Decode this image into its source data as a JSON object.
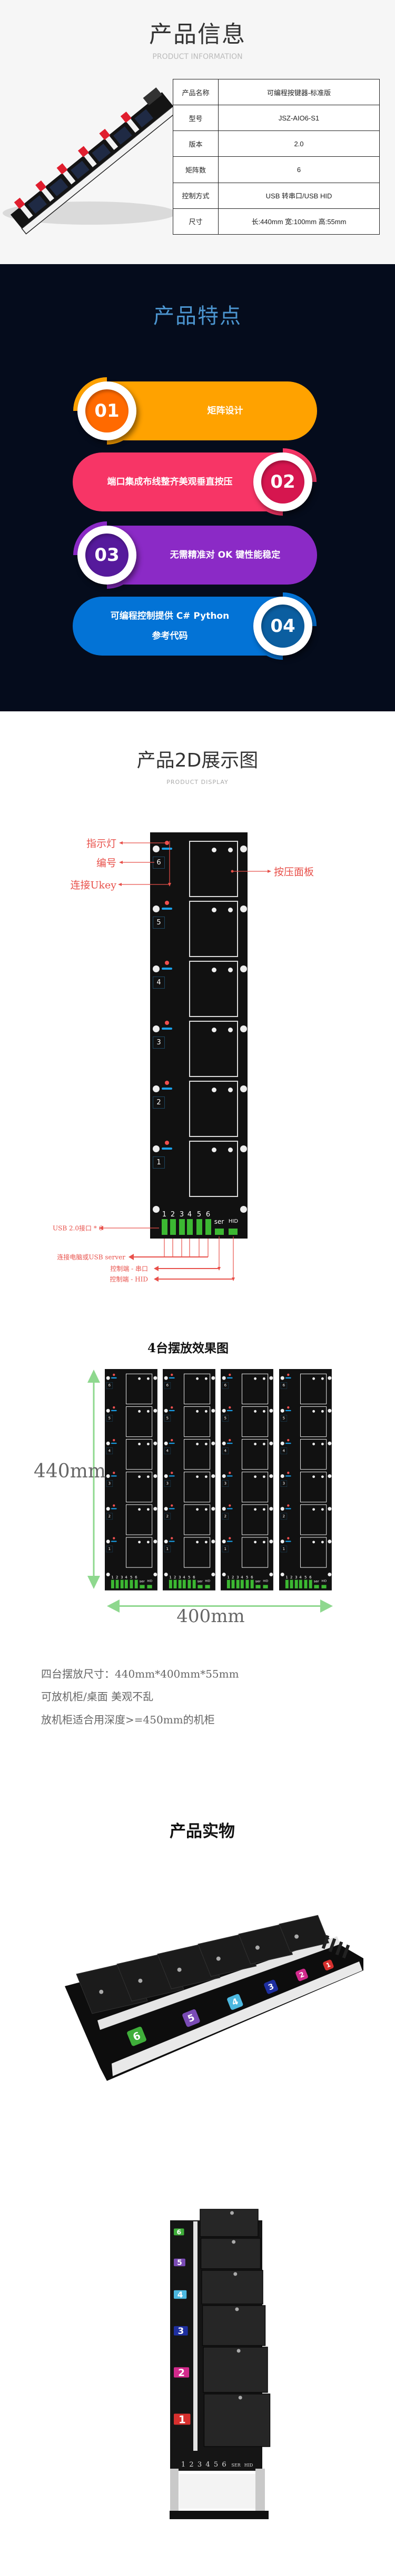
{
  "product_info": {
    "title": "产品信息",
    "subtitle": "PRODUCT INFORMATION",
    "specs": [
      {
        "label": "产品名称",
        "value": "可编程按键器-标准版"
      },
      {
        "label": "型号",
        "value": "JSZ-AIO6-S1"
      },
      {
        "label": "版本",
        "value": "2.0"
      },
      {
        "label": "矩阵数",
        "value": "6"
      },
      {
        "label": "控制方式",
        "value": "USB 转串口/USB HID"
      },
      {
        "label": "尺寸",
        "value": "长:440mm 宽:100mm 高:55mm"
      }
    ]
  },
  "features": {
    "title": "产品特点",
    "items": [
      {
        "num": "01",
        "text": "矩阵设计",
        "pill_color": "#ffa200",
        "num_color": "#ff6a00"
      },
      {
        "num": "02",
        "text": "端口集成布线整齐美观垂直按压",
        "pill_color": "#f73566",
        "num_color": "#d6164f"
      },
      {
        "num": "03",
        "text": "无需精准对 OK 键性能稳定",
        "pill_color": "#8b2ac6",
        "num_color": "#561a9c"
      },
      {
        "num": "04",
        "text": "可编程控制提供 C# Python",
        "text2": "参考代码",
        "pill_color": "#0373d6",
        "num_color": "#0b5ea0"
      }
    ]
  },
  "display2d": {
    "title": "产品2D展示图",
    "subtitle": "PRODUCT DISPLAY",
    "board": {
      "key_numbers": [
        "6",
        "5",
        "4",
        "3",
        "2",
        "1"
      ],
      "port_numbers": [
        "1",
        "2",
        "3",
        "4",
        "5",
        "6"
      ],
      "ser_label": "ser",
      "hid_label": "HID",
      "colors": {
        "led": "#f05050",
        "ukey": "#1aa0e8",
        "port": "#3cb832",
        "body": "#111111"
      }
    },
    "annotations": {
      "indicator": "指示灯",
      "number": "编号",
      "ukey": "连接Ukey",
      "panel": "按压面板",
      "usb_ports": "USB 2.0接口 * 6",
      "pc_link": "连接电脑或USB server",
      "ctrl_serial": "控制端 - 串口",
      "ctrl_hid": "控制端 - HID"
    },
    "annotation_color": "#e8504a"
  },
  "layout4": {
    "title": "4台摆放效果图",
    "height_label": "440mm",
    "width_label": "400mm",
    "arrow_color": "#8ed88e",
    "notes": [
      "四台摆放尺寸：440mm*400mm*55mm",
      "可放机柜/桌面  美观不乱",
      "放机柜适合用深度>=450mm的机柜"
    ]
  },
  "photos": {
    "title": "产品实物",
    "tiles": [
      {
        "label": "6",
        "color": "#3fae3a"
      },
      {
        "label": "5",
        "color": "#7a4bb5"
      },
      {
        "label": "4",
        "color": "#4cb8e0"
      },
      {
        "label": "3",
        "color": "#1e2fa0"
      },
      {
        "label": "2",
        "color": "#d22a8c"
      },
      {
        "label": "1",
        "color": "#d7302e"
      }
    ],
    "port_row": [
      "1",
      "2",
      "3",
      "4",
      "5",
      "6",
      "SER",
      "HID"
    ]
  }
}
